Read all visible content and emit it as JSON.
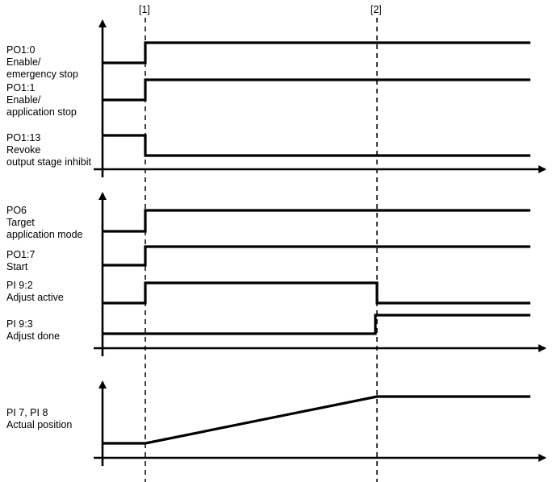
{
  "markers": [
    "[1]",
    "[2]"
  ],
  "signals": [
    {
      "id": "PO1:0",
      "lines": [
        "PO1:0",
        "Enable/",
        "emergency stop"
      ]
    },
    {
      "id": "PO1:1",
      "lines": [
        "PO1:1",
        "Enable/",
        "application stop"
      ]
    },
    {
      "id": "PO1:13",
      "lines": [
        "PO1:13",
        "Revoke",
        "output stage inhibit"
      ]
    },
    {
      "id": "PO6",
      "lines": [
        "PO6",
        "Target",
        "application mode"
      ]
    },
    {
      "id": "PO1:7",
      "lines": [
        "PO1:7",
        "Start"
      ]
    },
    {
      "id": "PI9:2",
      "lines": [
        "PI 9:2",
        "Adjust active"
      ]
    },
    {
      "id": "PI9:3",
      "lines": [
        "PI 9:3",
        "Adjust done"
      ]
    },
    {
      "id": "PI7_8",
      "lines": [
        "PI 7, PI 8",
        "Actual position"
      ]
    }
  ],
  "colors": {
    "line": "#000000",
    "background": "#ffffff"
  }
}
